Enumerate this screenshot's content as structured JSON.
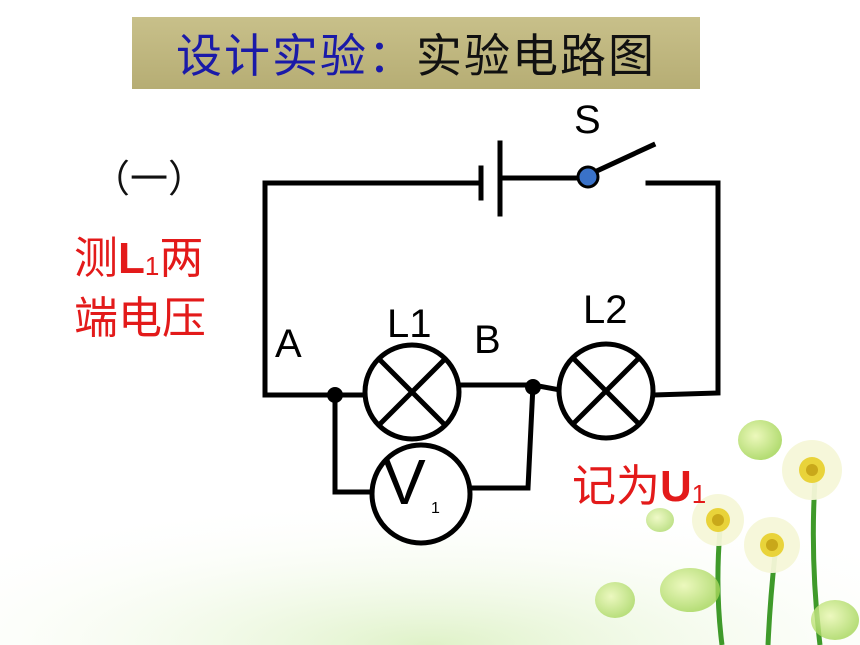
{
  "title": {
    "part1": "设计实验：",
    "part2": "实验电路图"
  },
  "section_label": "（一）",
  "measure_text": {
    "prefix": "测",
    "L": "L",
    "sub": "1",
    "suffix": "两",
    "line2": "端电压"
  },
  "record_text": {
    "prefix": "记为",
    "U": "U",
    "sub": "1"
  },
  "labels": {
    "switch": "S",
    "lamp1": "L1",
    "lamp2": "L2",
    "point_a": "A",
    "point_b": "B",
    "voltmeter": "V",
    "voltmeter_sub": "1"
  },
  "colors": {
    "title_blue": "#1a1aa8",
    "title_bg": "#c8c08a",
    "red_text": "#e31a1a",
    "switch_pivot": "#3a72c8"
  }
}
